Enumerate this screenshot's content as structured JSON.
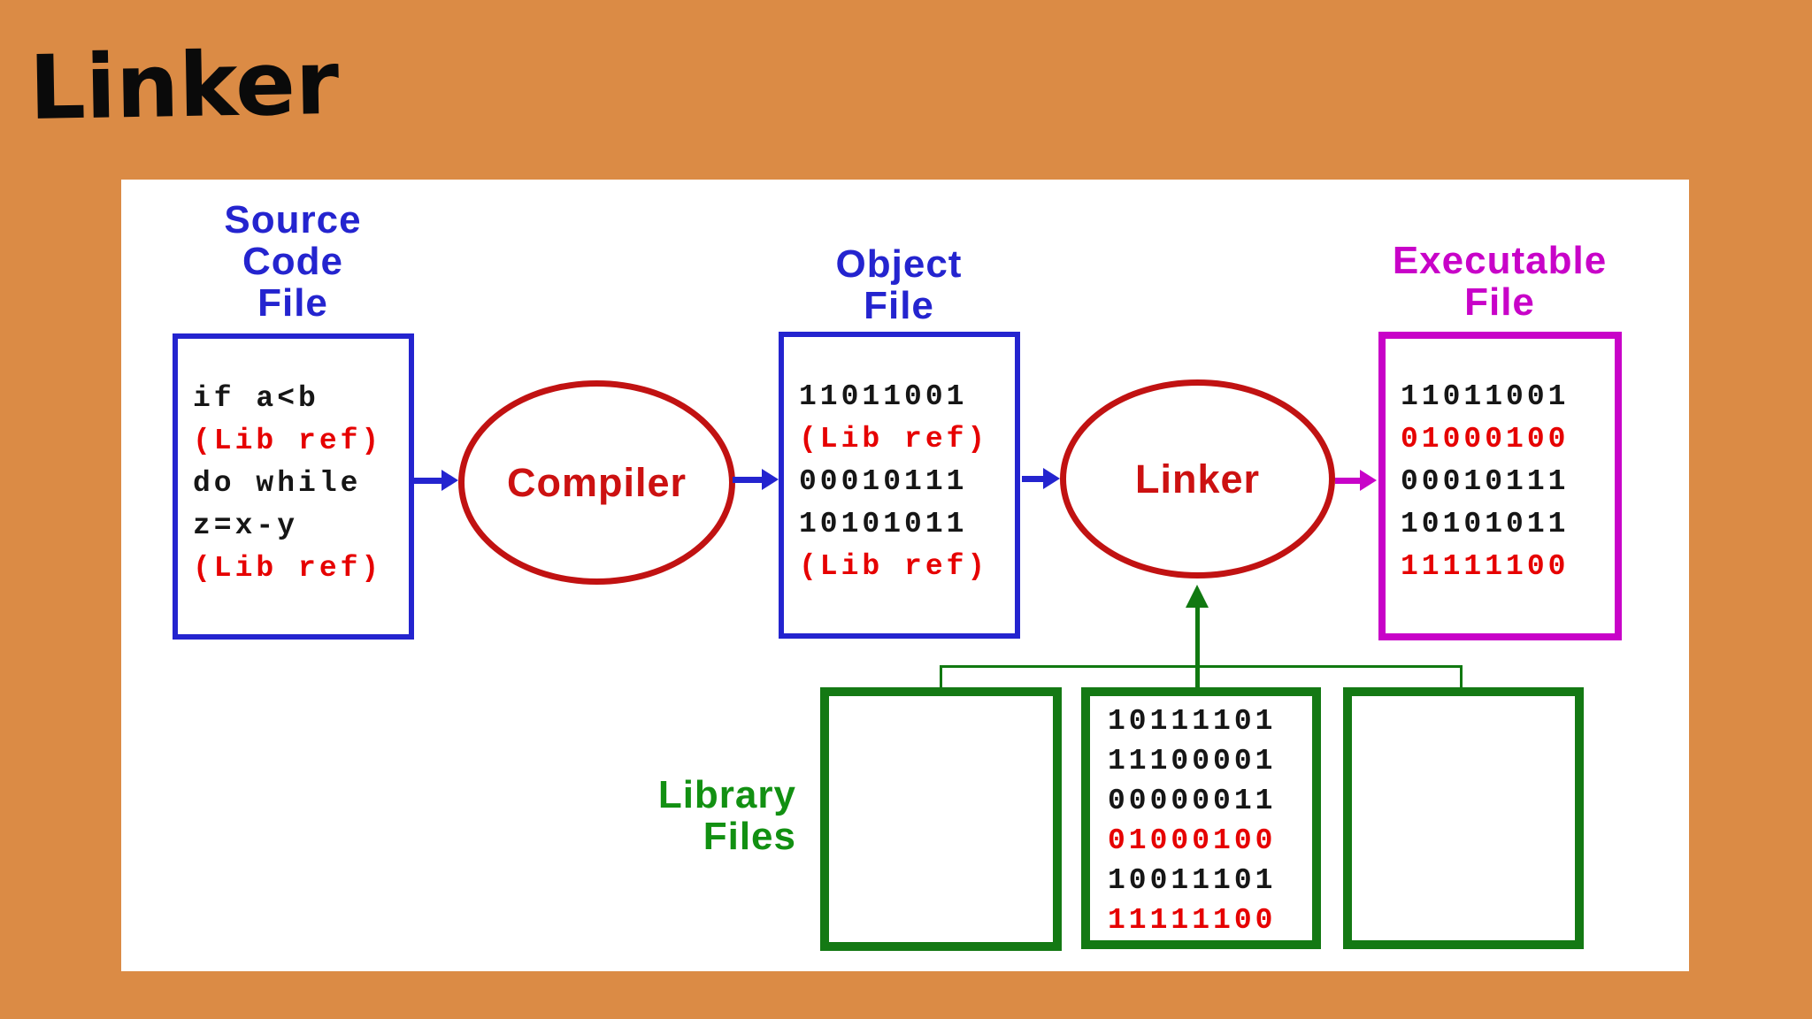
{
  "title": "Linker",
  "colors": {
    "background-orange": "#DB8B45",
    "panel-white": "#ffffff",
    "blue": "#2424CF",
    "node-red": "#C11212",
    "code-red": "#E60000",
    "code-black": "#161616",
    "green-border": "#147914",
    "green-label": "#129012",
    "green-line": "#117911",
    "magenta": "#C803C8",
    "title-black": "#0a0a0a"
  },
  "diagram": {
    "source_file": {
      "label_lines": [
        "Source",
        "Code",
        "File"
      ],
      "content": [
        {
          "text": "if a<b",
          "color": "black"
        },
        {
          "text": "(Lib ref)",
          "color": "red"
        },
        {
          "text": "do while",
          "color": "black"
        },
        {
          "text": "z=x-y",
          "color": "black"
        },
        {
          "text": "(Lib ref)",
          "color": "red"
        }
      ]
    },
    "compiler": {
      "label": "Compiler"
    },
    "object_file": {
      "label_lines": [
        "Object",
        "File"
      ],
      "content": [
        {
          "text": "11011001",
          "color": "black"
        },
        {
          "text": "(Lib ref)",
          "color": "red"
        },
        {
          "text": "00010111",
          "color": "black"
        },
        {
          "text": "10101011",
          "color": "black"
        },
        {
          "text": "(Lib ref)",
          "color": "red"
        }
      ]
    },
    "linker_node": {
      "label": "Linker"
    },
    "executable_file": {
      "label_lines": [
        "Executable",
        "File"
      ],
      "content": [
        {
          "text": "11011001",
          "color": "black"
        },
        {
          "text": "01000100",
          "color": "red"
        },
        {
          "text": "00010111",
          "color": "black"
        },
        {
          "text": "10101011",
          "color": "black"
        },
        {
          "text": "11111100",
          "color": "red"
        }
      ]
    },
    "library": {
      "label_lines": [
        "Library",
        "Files"
      ],
      "boxes": [
        {
          "content": []
        },
        {
          "content": [
            {
              "text": "10111101",
              "color": "black"
            },
            {
              "text": "11100001",
              "color": "black"
            },
            {
              "text": "00000011",
              "color": "black"
            },
            {
              "text": "01000100",
              "color": "red"
            },
            {
              "text": "10011101",
              "color": "black"
            },
            {
              "text": "11111100",
              "color": "red"
            }
          ]
        },
        {
          "content": []
        }
      ]
    }
  }
}
